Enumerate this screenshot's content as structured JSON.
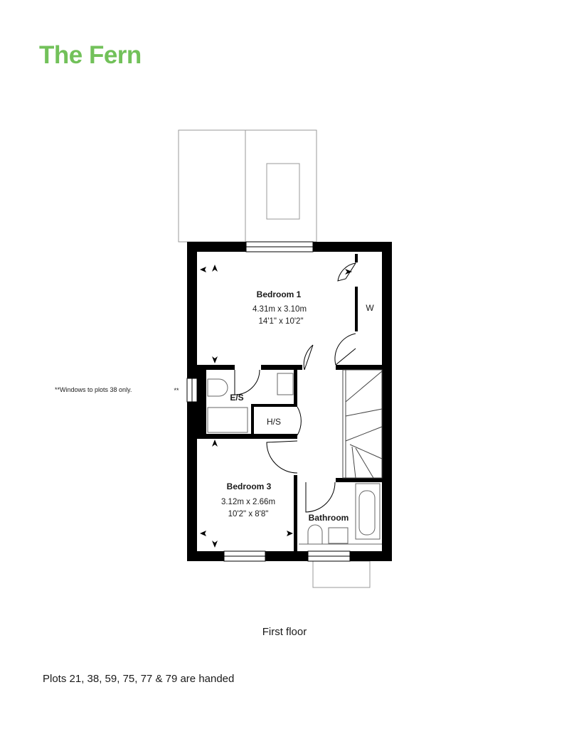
{
  "header": {
    "title": "The Fern",
    "title_color": "#72c15a"
  },
  "plan": {
    "floor_label": "First floor",
    "rooms": [
      {
        "name": "Bedroom 1",
        "metric": "4.31m x 3.10m",
        "imperial": "14'1\" x 10'2\""
      },
      {
        "name": "Bedroom 3",
        "metric": "3.12m x 2.66m",
        "imperial": "10'2\" x 8'8\""
      },
      {
        "name": "Bathroom"
      },
      {
        "name": "E/S"
      },
      {
        "name": "H/S"
      },
      {
        "name": "W"
      }
    ],
    "window_note": "**Windows to plots 38 only.",
    "window_marker": "**"
  },
  "footer": {
    "handed_note": "Plots 21, 38, 59, 75, 77 & 79 are handed"
  }
}
